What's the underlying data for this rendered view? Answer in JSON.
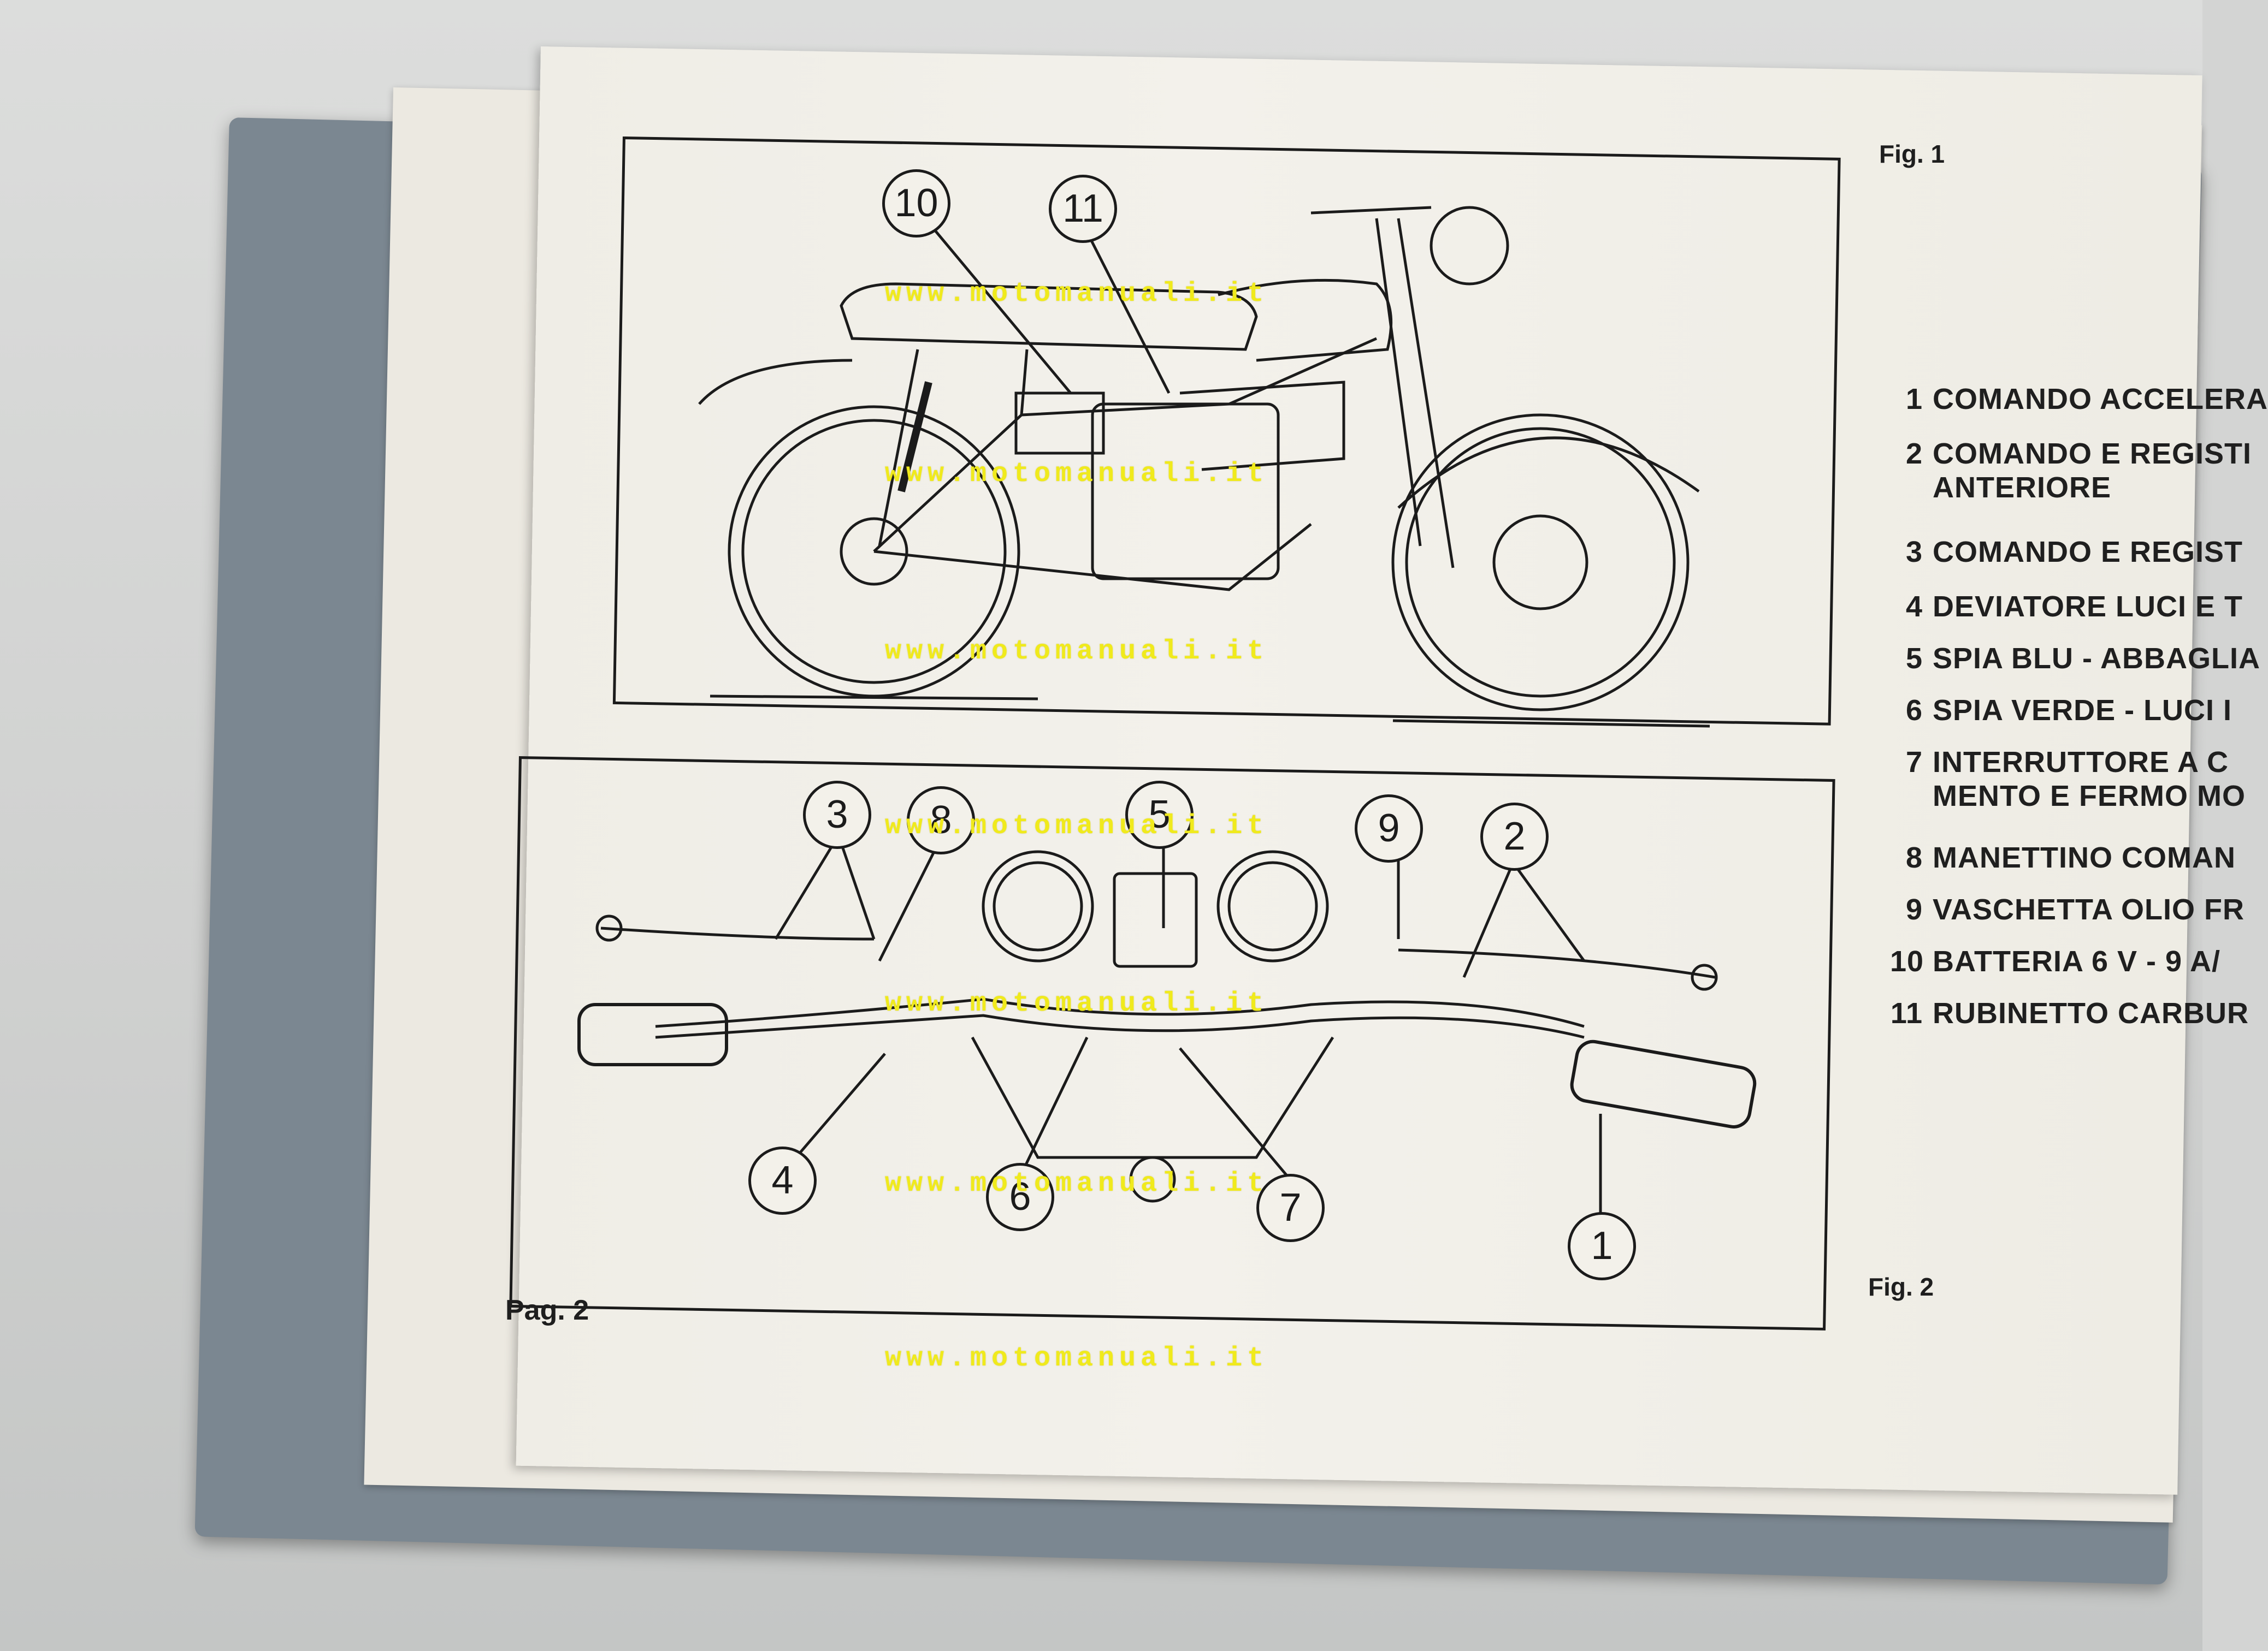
{
  "figures": {
    "fig1_label": "Fig. 1",
    "fig2_label": "Fig. 2"
  },
  "page_number": "Pag. 2",
  "legend": [
    {
      "num": "1",
      "text": "COMANDO ACCELERA",
      "cont": ""
    },
    {
      "num": "2",
      "text": "COMANDO E REGISTI",
      "cont": "ANTERIORE"
    },
    {
      "num": "3",
      "text": "COMANDO E REGIST",
      "cont": ""
    },
    {
      "num": "4",
      "text": "DEVIATORE LUCI E T",
      "cont": ""
    },
    {
      "num": "5",
      "text": "SPIA BLU - ABBAGLIA",
      "cont": ""
    },
    {
      "num": "6",
      "text": "SPIA VERDE - LUCI I",
      "cont": ""
    },
    {
      "num": "7",
      "text": "INTERRUTTORE A C",
      "cont": "MENTO E FERMO MO"
    },
    {
      "num": "8",
      "text": "MANETTINO COMAN",
      "cont": ""
    },
    {
      "num": "9",
      "text": "VASCHETTA OLIO FR",
      "cont": ""
    },
    {
      "num": "10",
      "text": "BATTERIA 6 V - 9 A/",
      "cont": ""
    },
    {
      "num": "11",
      "text": "RUBINETTO CARBUR",
      "cont": ""
    }
  ],
  "callouts": {
    "fig1": [
      "10",
      "11"
    ],
    "fig2": [
      "3",
      "8",
      "5",
      "9",
      "2",
      "4",
      "6",
      "7",
      "1"
    ]
  },
  "watermark": "www.motomanuali.it",
  "colors": {
    "paper": "#f1efe8",
    "ink": "#1b1b1b",
    "cover": "#7b8791",
    "watermark": "#f0ea1c"
  }
}
